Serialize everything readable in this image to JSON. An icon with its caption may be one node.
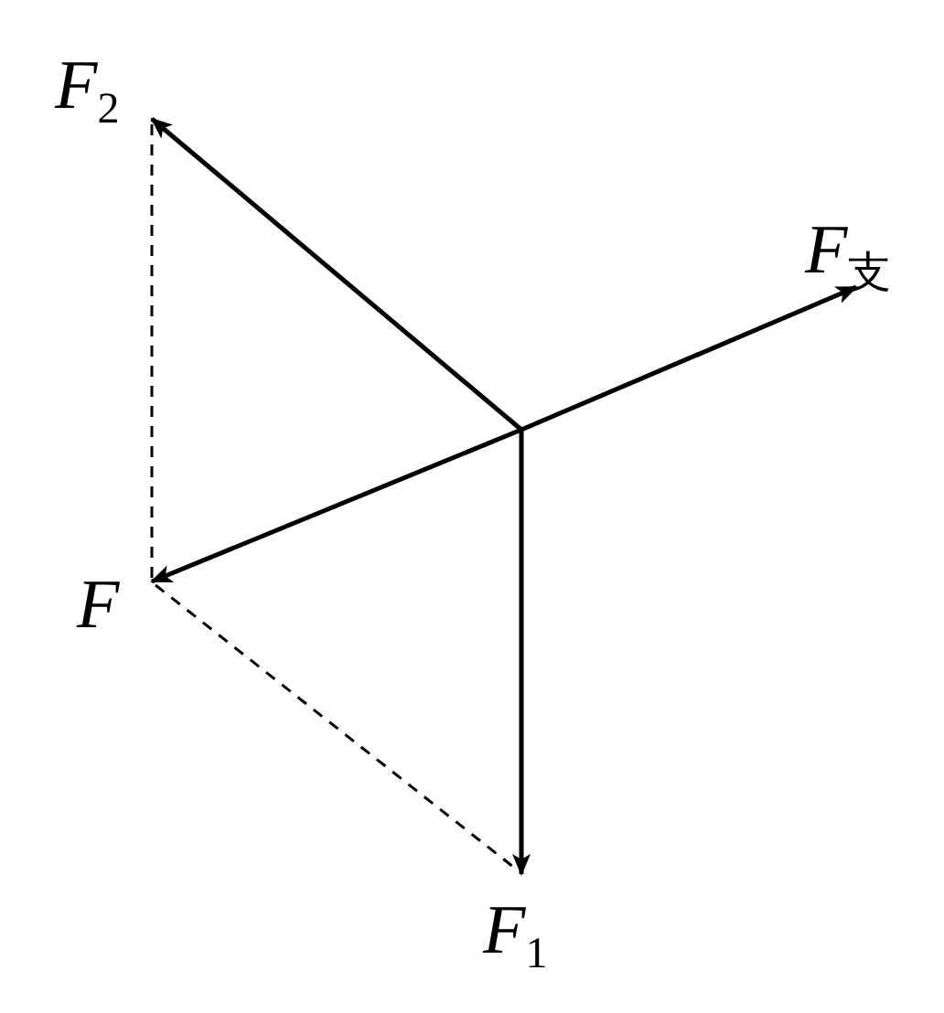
{
  "diagram": {
    "labels": [
      "*F*$_{2}$",
      "*F*$_{支}$",
      "*F*",
      "*F*$_{1}$"
    ]
  }
}
